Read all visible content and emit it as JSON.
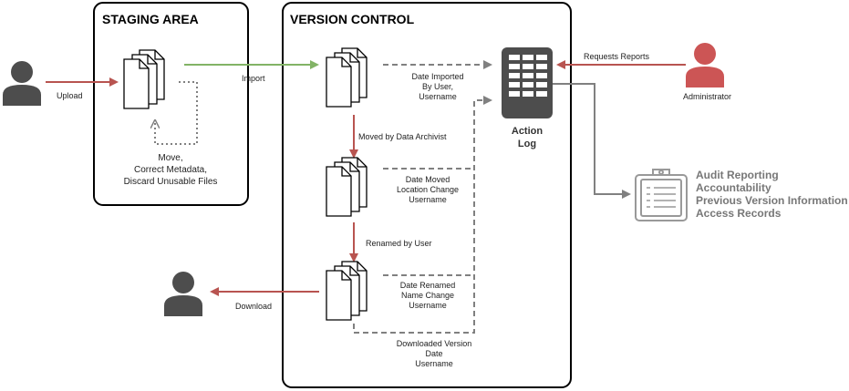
{
  "containers": {
    "staging": "STAGING AREA",
    "version_control": "VERSION CONTROL"
  },
  "flows": {
    "upload": "Upload",
    "import": "Import",
    "requests_reports": "Requests Reports",
    "moved_by_archivist": "Moved by Data Archivist",
    "renamed_by_user": "Renamed by User",
    "download": "Download"
  },
  "staging_note": [
    "Move,",
    "Correct Metadata,",
    "Discard Unusable Files"
  ],
  "log_entries": {
    "imported": [
      "Date Imported",
      "By User,",
      "Username"
    ],
    "moved": [
      "Date Moved",
      "Location Change",
      "Username"
    ],
    "renamed": [
      "Date Renamed",
      "Name Change",
      "Username"
    ],
    "downloaded": [
      "Downloaded Version",
      "Date",
      "Username"
    ]
  },
  "action_log": [
    "Action",
    "Log"
  ],
  "administrator": "Administrator",
  "audit_items": [
    "Audit Reporting",
    "Accountability",
    "Previous Version Information",
    "Access Records"
  ],
  "colors": {
    "red": "#b85450",
    "green": "#82b366",
    "gray": "#808080",
    "dark": "#4d4d4d",
    "admin_red": "#cc5555"
  },
  "icons": {
    "user": "user-icon",
    "document": "document-icon",
    "log": "table-icon",
    "clipboard": "clipboard-icon"
  }
}
